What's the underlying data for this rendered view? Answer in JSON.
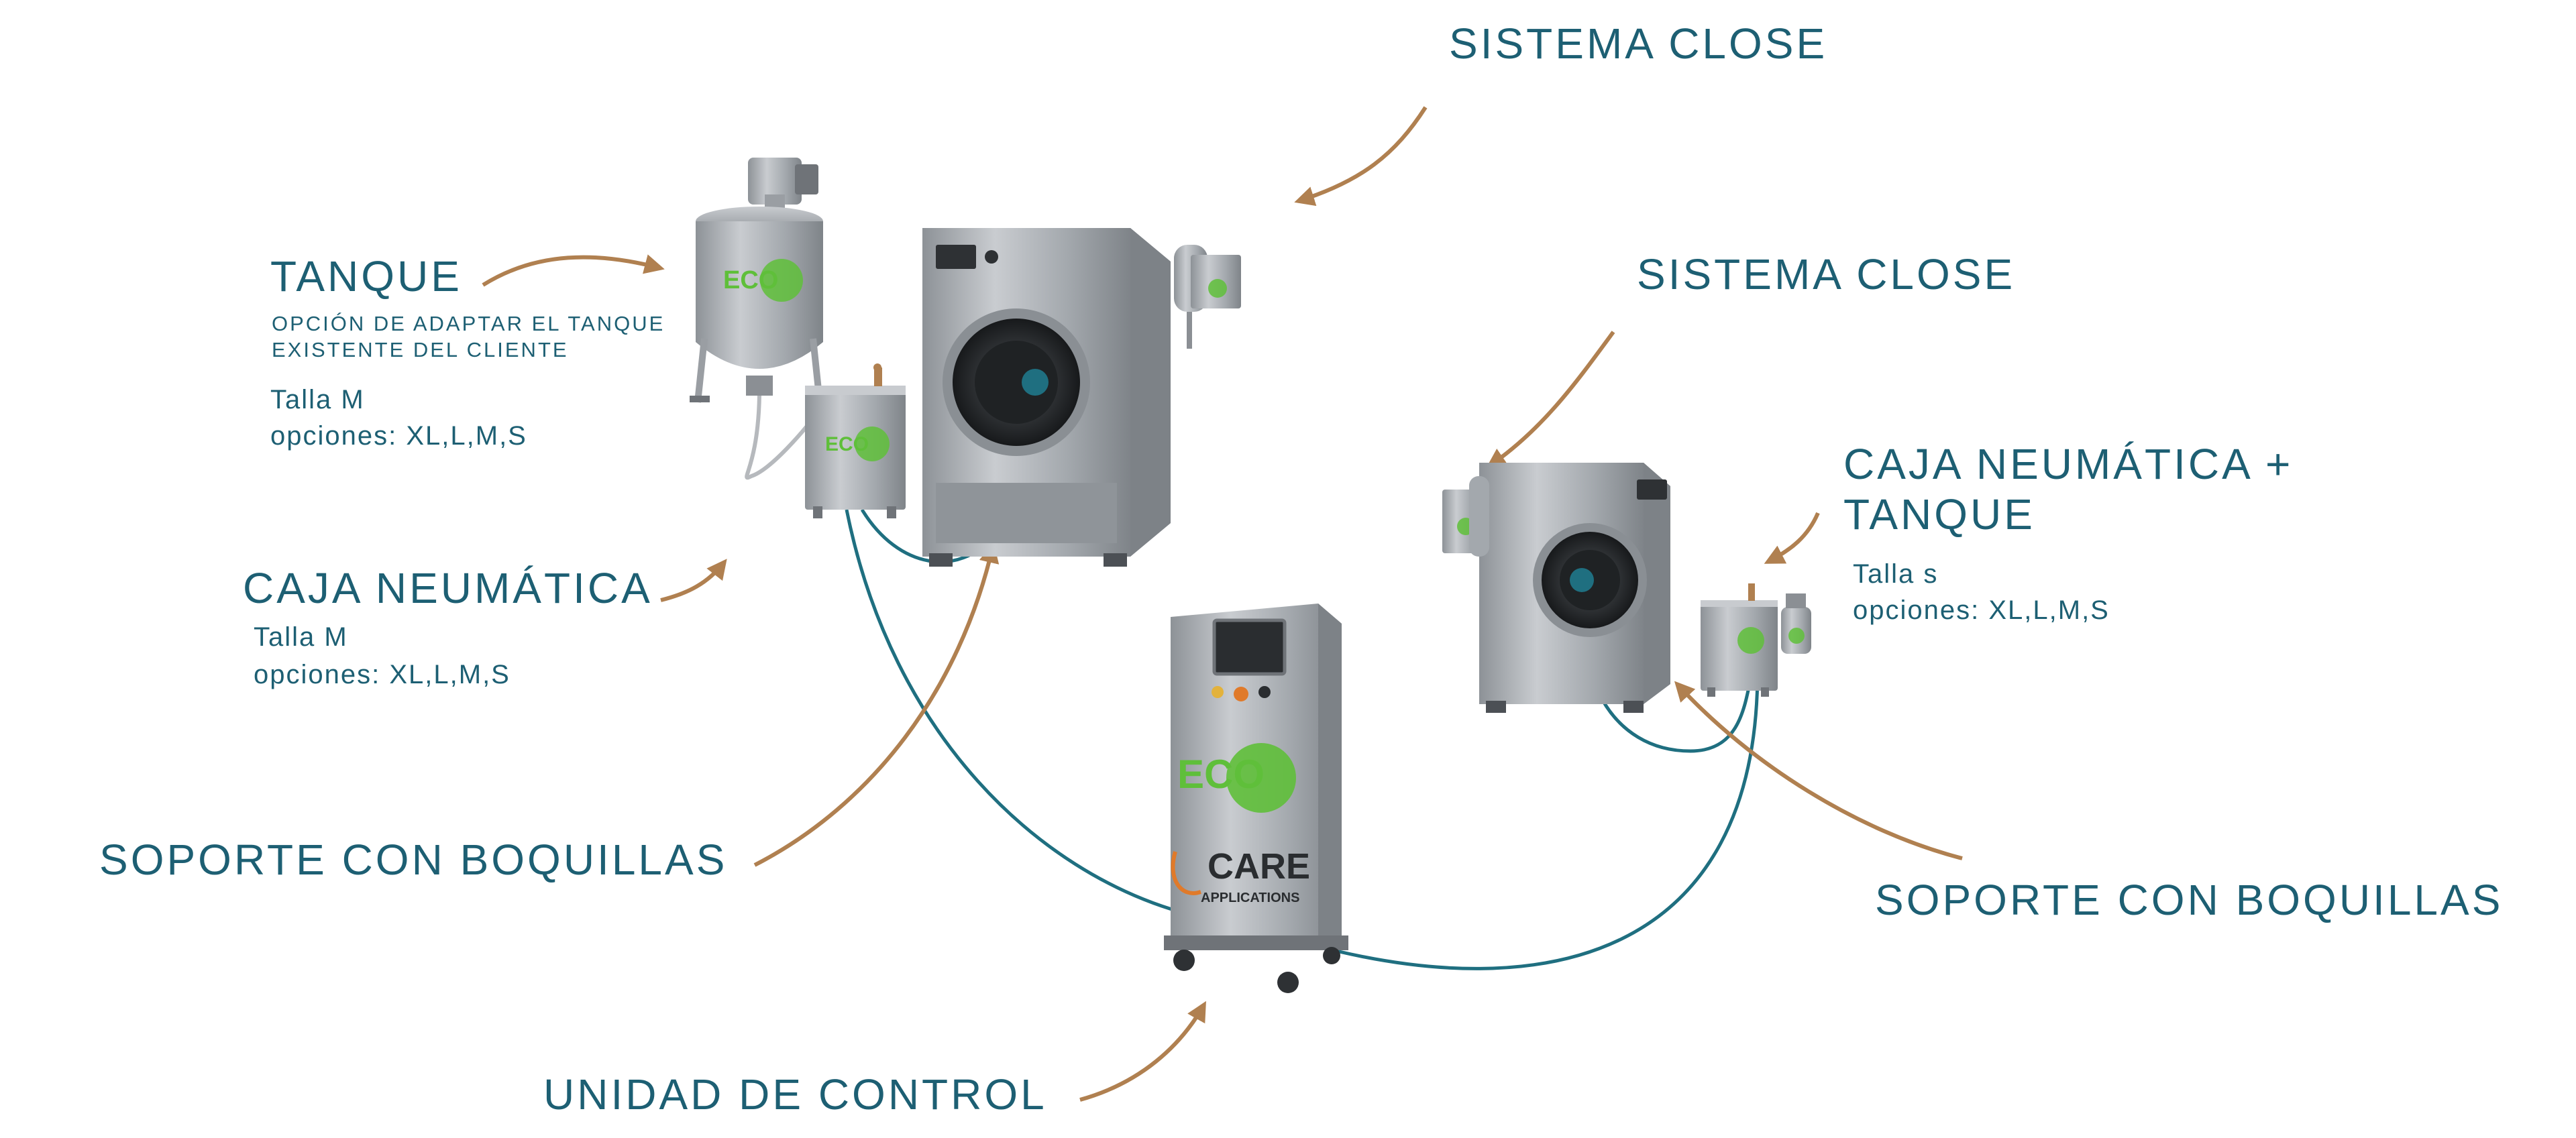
{
  "labels": {
    "sistema_close_top": "SISTEMA CLOSE",
    "sistema_close_right": "SISTEMA CLOSE",
    "tanque": "TANQUE",
    "tanque_note_1": "OPCIÓN DE ADAPTAR EL TANQUE",
    "tanque_note_2": "EXISTENTE DEL CLIENTE",
    "tanque_size": "Talla M",
    "tanque_options": "opciones: XL,L,M,S",
    "caja_neumatica": "CAJA NEUMÁTICA",
    "caja_size": "Talla M",
    "caja_options": "opciones: XL,L,M,S",
    "caja_tanque_1": "CAJA NEUMÁTICA +",
    "caja_tanque_2": "TANQUE",
    "caja_tanque_size": "Talla s",
    "caja_tanque_options": "opciones: XL,L,M,S",
    "soporte_left": "SOPORTE CON BOQUILLAS",
    "soporte_right": "SOPORTE CON BOQUILLAS",
    "unidad_control": "UNIDAD DE CONTROL"
  },
  "brand": {
    "eco": "ECO",
    "care": "CARE",
    "applications": "APPLICATIONS"
  },
  "colors": {
    "text": "#1d5f73",
    "arrow": "#b08050",
    "hose": "#1f6f80",
    "steel": "#a9adb1",
    "eco_green": "#5fbf3a"
  }
}
